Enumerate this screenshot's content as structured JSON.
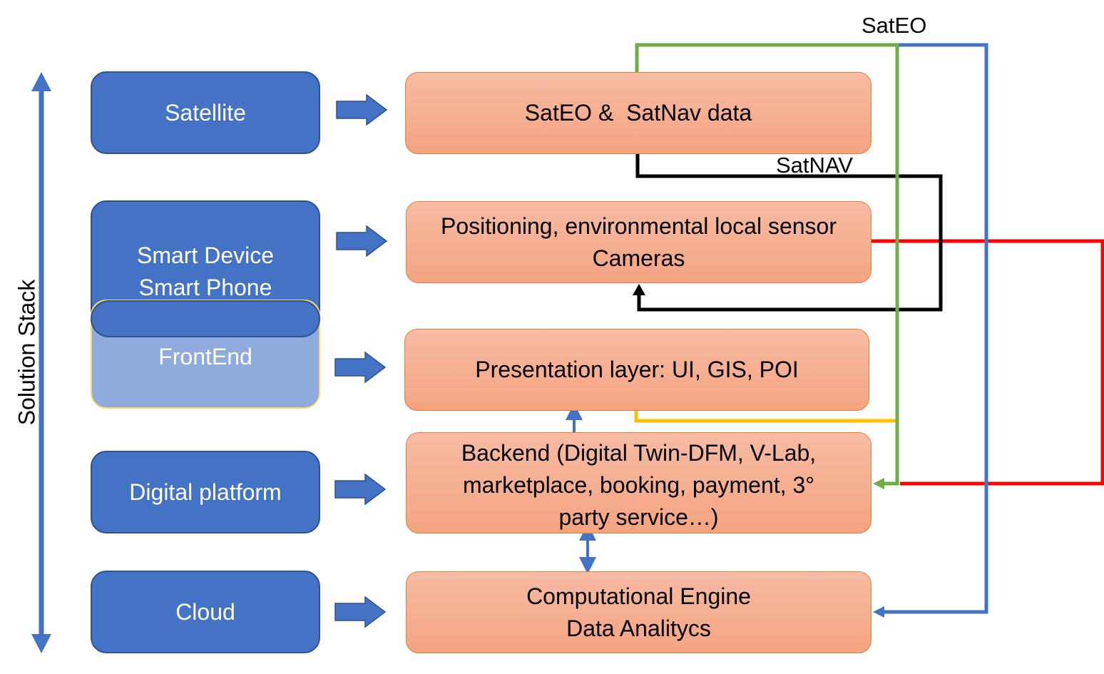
{
  "title": "",
  "side_axis": {
    "label": "Solution Stack"
  },
  "layers": [
    {
      "id": "satellite",
      "label": "Satellite"
    },
    {
      "id": "smart-device",
      "lines": [
        "Smart Device",
        "Smart Phone"
      ]
    },
    {
      "id": "frontend",
      "label": "FrontEnd"
    },
    {
      "id": "digital-platform",
      "label": "Digital platform"
    },
    {
      "id": "cloud",
      "label": "Cloud"
    }
  ],
  "components": [
    {
      "id": "sat-data",
      "lines": [
        "SatEO &  SatNav data"
      ]
    },
    {
      "id": "positioning",
      "lines": [
        "Positioning, environmental local sensor",
        "Cameras"
      ]
    },
    {
      "id": "presentation",
      "lines": [
        "Presentation layer: UI, GIS, POI"
      ]
    },
    {
      "id": "backend",
      "lines": [
        "Backend (Digital Twin-DFM, V-Lab,",
        "marketplace, booking, payment, 3°",
        "party service…)"
      ]
    },
    {
      "id": "computational",
      "lines": [
        "Computational Engine",
        "Data Analitycs"
      ]
    }
  ],
  "connector_labels": {
    "sateo": "SatEO",
    "satnav": "SatNAV"
  },
  "colors": {
    "layer_fill": "#4472c4",
    "frontend_fill": "#8faadc",
    "component_fill": "#f4b183",
    "component_border": "#ed7d31",
    "sateo_line": "#70ad47",
    "satnav_line": "#000000",
    "sensor_line": "#ff0000",
    "presentation_line": "#ffc000",
    "cloud_line": "#4472c4"
  }
}
